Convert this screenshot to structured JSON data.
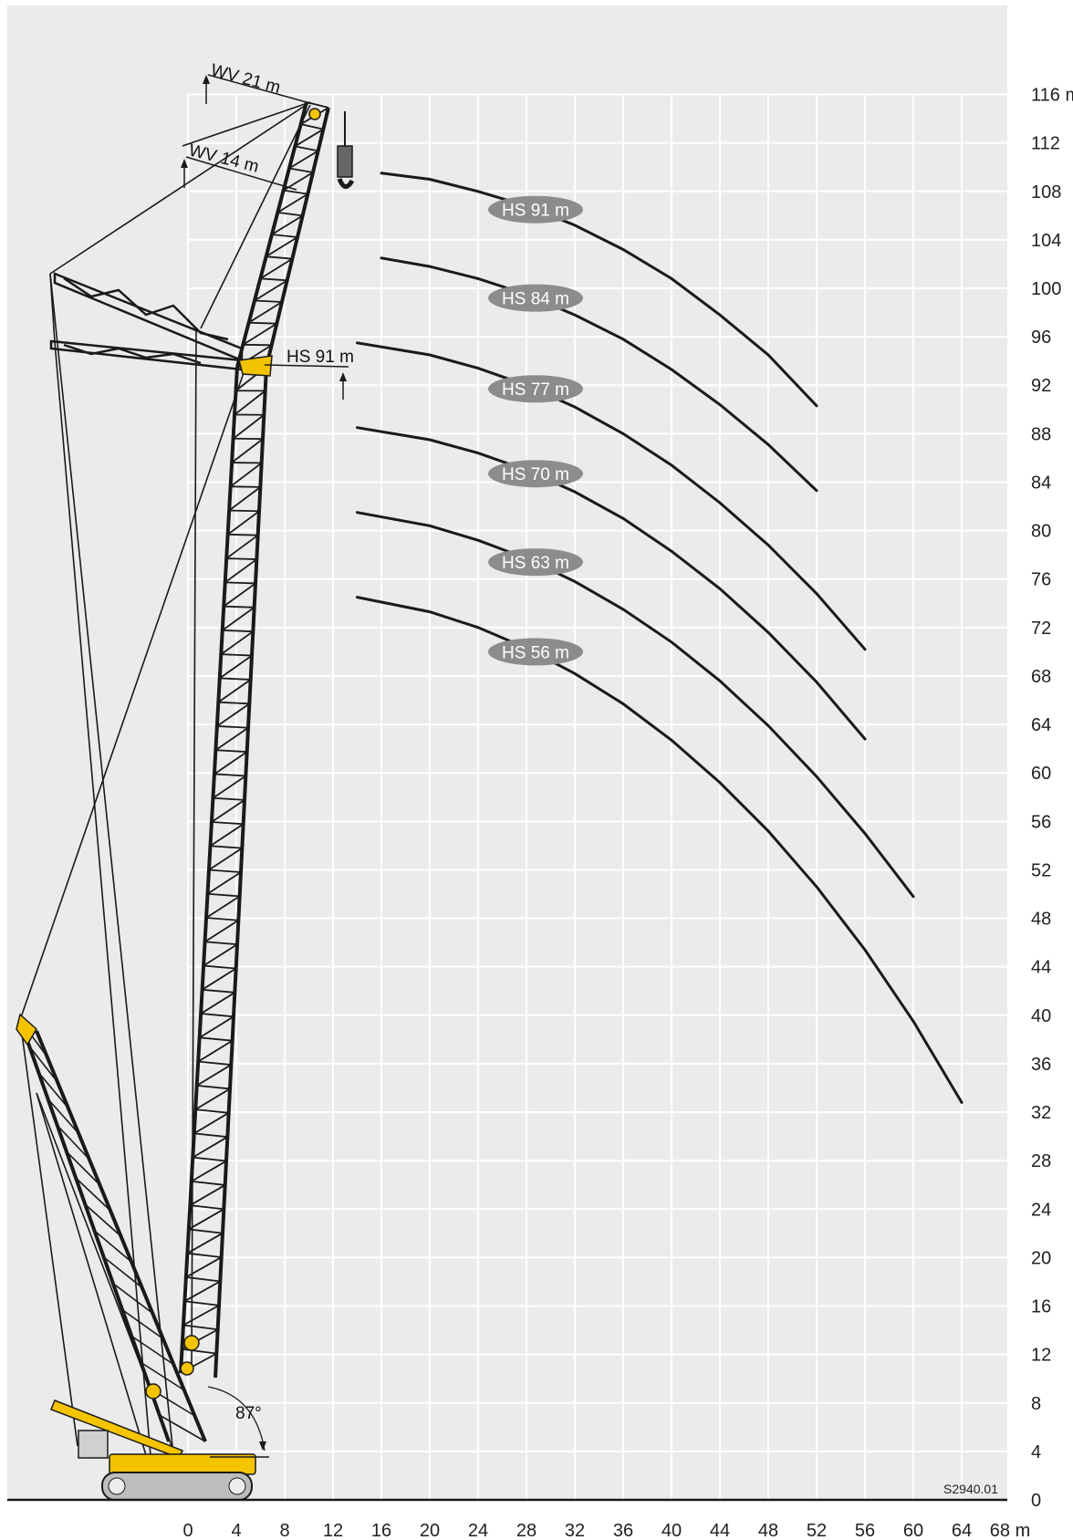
{
  "colors": {
    "background_panel": "#ebebeb",
    "grid": "#ffffff",
    "curve": "#1a1a1a",
    "label_pill": "#8c8c8c",
    "crane_lattice": "#1a1a1a",
    "crane_accent": "#f5c400",
    "crawler": "#9a9a9a"
  },
  "drawing_code": "S2940.01",
  "annotations": {
    "wv21": "WV 21 m",
    "wv14": "WV 14 m",
    "hs91_mark": "HS 91 m",
    "angle": "87°"
  },
  "chart_data": {
    "type": "line",
    "x_ticks": [
      "0",
      "4",
      "8",
      "12",
      "16",
      "20",
      "24",
      "28",
      "32",
      "36",
      "40",
      "44",
      "48",
      "52",
      "56",
      "60",
      "64",
      "68 m"
    ],
    "y_ticks": [
      "0",
      "4",
      "8",
      "12",
      "16",
      "20",
      "24",
      "28",
      "32",
      "36",
      "40",
      "44",
      "48",
      "52",
      "56",
      "60",
      "64",
      "68",
      "72",
      "76",
      "80",
      "84",
      "88",
      "92",
      "96",
      "100",
      "104",
      "108",
      "112",
      "116 m"
    ],
    "xlim": [
      0,
      68
    ],
    "ylim": [
      0,
      116
    ],
    "grid": true,
    "series": [
      {
        "name": "HS 91 m",
        "x": [
          16,
          20,
          24,
          28,
          32,
          36,
          40,
          44,
          48,
          52
        ],
        "y": [
          109.5,
          109,
          108,
          106.8,
          105.2,
          103.2,
          100.8,
          97.8,
          94.5,
          90.3
        ]
      },
      {
        "name": "HS 84 m",
        "x": [
          16,
          20,
          24,
          28,
          32,
          36,
          40,
          44,
          48,
          52
        ],
        "y": [
          102.5,
          101.8,
          100.8,
          99.5,
          97.8,
          95.8,
          93.3,
          90.4,
          87.1,
          83.3
        ]
      },
      {
        "name": "HS 77 m",
        "x": [
          14,
          20,
          24,
          28,
          32,
          36,
          40,
          44,
          48,
          52,
          56
        ],
        "y": [
          95.5,
          94.5,
          93.4,
          92,
          90.2,
          88,
          85.4,
          82.3,
          78.8,
          74.8,
          70.2
        ]
      },
      {
        "name": "HS 70 m",
        "x": [
          14,
          20,
          24,
          28,
          32,
          36,
          40,
          44,
          48,
          52,
          56
        ],
        "y": [
          88.5,
          87.5,
          86.4,
          85,
          83.2,
          81,
          78.3,
          75.2,
          71.6,
          67.5,
          62.8
        ]
      },
      {
        "name": "HS 63 m",
        "x": [
          14,
          20,
          24,
          28,
          32,
          36,
          40,
          44,
          48,
          52,
          56,
          60
        ],
        "y": [
          81.5,
          80.4,
          79.2,
          77.7,
          75.8,
          73.5,
          70.8,
          67.6,
          63.9,
          59.7,
          55,
          49.8
        ]
      },
      {
        "name": "HS 56 m",
        "x": [
          14,
          20,
          24,
          28,
          32,
          36,
          40,
          44,
          48,
          52,
          56,
          60,
          64
        ],
        "y": [
          74.5,
          73.3,
          72,
          70.3,
          68.2,
          65.7,
          62.7,
          59.2,
          55.2,
          50.6,
          45.4,
          39.5,
          32.8
        ]
      }
    ]
  }
}
